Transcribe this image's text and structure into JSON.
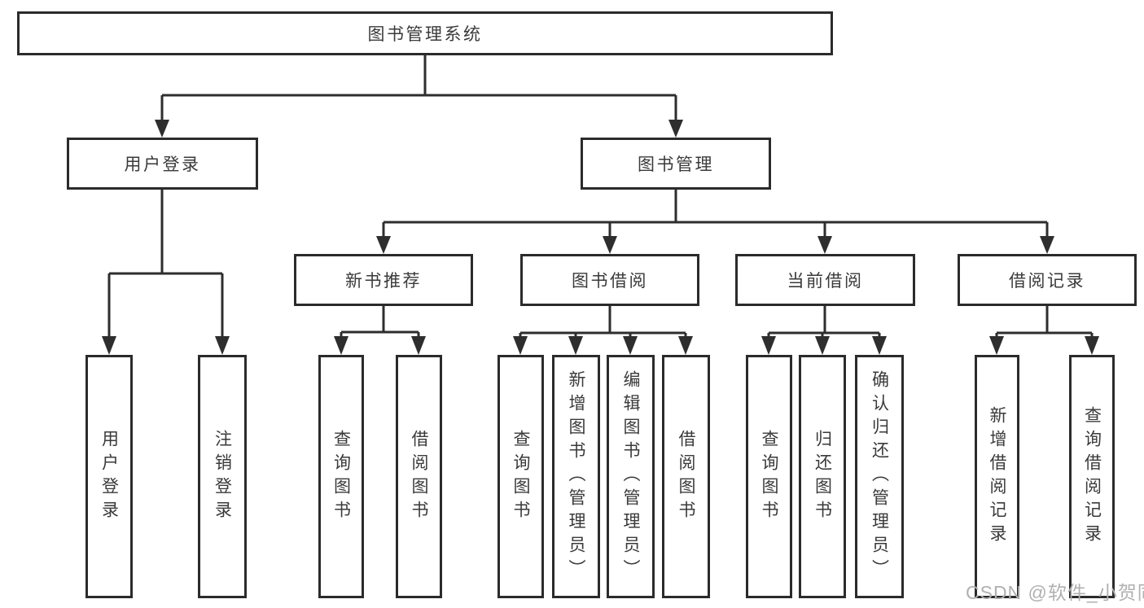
{
  "tree": {
    "label": "图书管理系统",
    "children": [
      {
        "label": "用户登录",
        "children": [
          {
            "label": "用户登录"
          },
          {
            "label": "注销登录"
          }
        ]
      },
      {
        "label": "图书管理",
        "children": [
          {
            "label": "新书推荐",
            "children": [
              {
                "label": "查询图书"
              },
              {
                "label": "借阅图书"
              }
            ]
          },
          {
            "label": "图书借阅",
            "children": [
              {
                "label": "查询图书"
              },
              {
                "label": "新增图书（管理员）"
              },
              {
                "label": "编辑图书（管理员）"
              },
              {
                "label": "借阅图书"
              }
            ]
          },
          {
            "label": "当前借阅",
            "children": [
              {
                "label": "查询图书"
              },
              {
                "label": "归还图书"
              },
              {
                "label": "确认归还（管理员）"
              }
            ]
          },
          {
            "label": "借阅记录",
            "children": [
              {
                "label": "新增借阅记录"
              },
              {
                "label": "查询借阅记录"
              }
            ]
          }
        ]
      }
    ]
  },
  "watermark": "CSDN @软件_小贺同学",
  "colors": {
    "line": "#2e2e2e",
    "border": "#2b2b2b",
    "text": "#3a3a3a",
    "background": "#ffffff",
    "watermark": "#b0b0b0"
  }
}
